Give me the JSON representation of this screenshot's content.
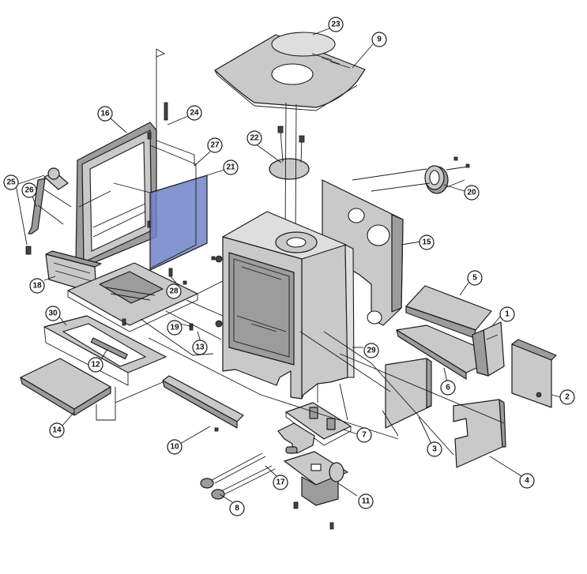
{
  "callouts": [
    {
      "label": "1"
    },
    {
      "label": "2"
    },
    {
      "label": "3"
    },
    {
      "label": "4"
    },
    {
      "label": "5"
    },
    {
      "label": "6"
    },
    {
      "label": "7"
    },
    {
      "label": "8"
    },
    {
      "label": "9"
    },
    {
      "label": "10"
    },
    {
      "label": "11"
    },
    {
      "label": "12"
    },
    {
      "label": "13"
    },
    {
      "label": "14"
    },
    {
      "label": "15"
    },
    {
      "label": "16"
    },
    {
      "label": "17"
    },
    {
      "label": "18"
    },
    {
      "label": "19"
    },
    {
      "label": "20"
    },
    {
      "label": "21"
    },
    {
      "label": "22"
    },
    {
      "label": "23"
    },
    {
      "label": "24"
    },
    {
      "label": "25"
    },
    {
      "label": "26"
    },
    {
      "label": "27"
    },
    {
      "label": "28"
    },
    {
      "label": "29"
    },
    {
      "label": "30"
    }
  ],
  "colors": {
    "part_fill": "#c9c9c9",
    "glass_fill": "#6f82c8",
    "outline": "#1a1a1a"
  }
}
